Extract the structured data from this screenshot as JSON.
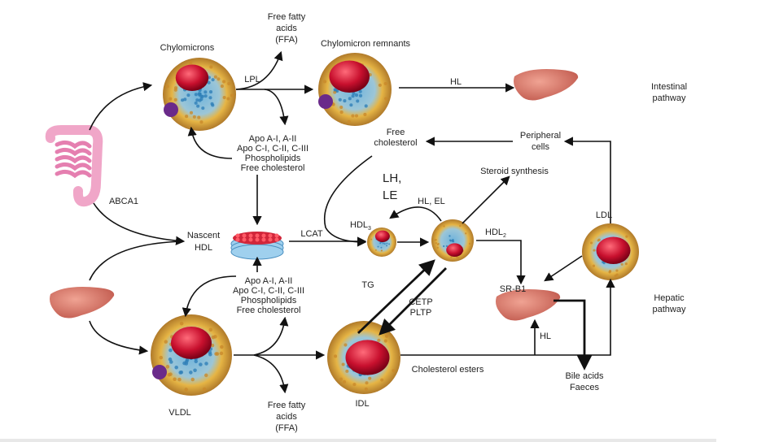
{
  "labels": {
    "chylomicrons": "Chylomicrons",
    "chylomicron_remnants": "Chylomicron remnants",
    "ffa_top": [
      "Free fatty",
      "acids",
      "(FFA)"
    ],
    "lpl": "LPL",
    "hl_top": "HL",
    "intestinal_pathway": [
      "Intestinal",
      "pathway"
    ],
    "apo_top": [
      "Apo A-I, A-II",
      "Apo C-I, C-II, C-III",
      "Phospholipids",
      "Free cholesterol"
    ],
    "free_cholesterol": [
      "Free",
      "cholesterol"
    ],
    "peripheral_cells": [
      "Peripheral",
      "cells"
    ],
    "lh_le": [
      "LH,",
      "LE"
    ],
    "steroid_synthesis": "Steroid synthesis",
    "hl_el": "HL, EL",
    "abca1": "ABCA1",
    "nascent_hdl": [
      "Nascent",
      "HDL"
    ],
    "lcat": "LCAT",
    "hdl3": "HDL",
    "hdl3_sub": "3",
    "hdl2": "HDL",
    "hdl2_sub": "2",
    "ldl": "LDL",
    "sr_b1": "SR-B1",
    "hepatic_pathway": [
      "Hepatic",
      "pathway"
    ],
    "apo_bottom": [
      "Apo A-I, A-II",
      "Apo C-I, C-II, C-III",
      "Phospholipids",
      "Free cholesterol"
    ],
    "tg": "TG",
    "cetp_pltp": [
      "CETP",
      "PLTP"
    ],
    "hl_bottom": "HL",
    "cholesterol_esters": "Cholesterol esters",
    "bile_acids": [
      "Bile acids",
      "Faeces"
    ],
    "vldl": "VLDL",
    "idl": "IDL",
    "ffa_bottom": [
      "Free fatty",
      "acids",
      "(FFA)"
    ]
  },
  "colors": {
    "liver": "#d9776b",
    "intestine": "#f0a6c8",
    "particle_shell": "#e0a83a",
    "particle_core": "#5aa6d6",
    "cap": "#c8102e"
  }
}
